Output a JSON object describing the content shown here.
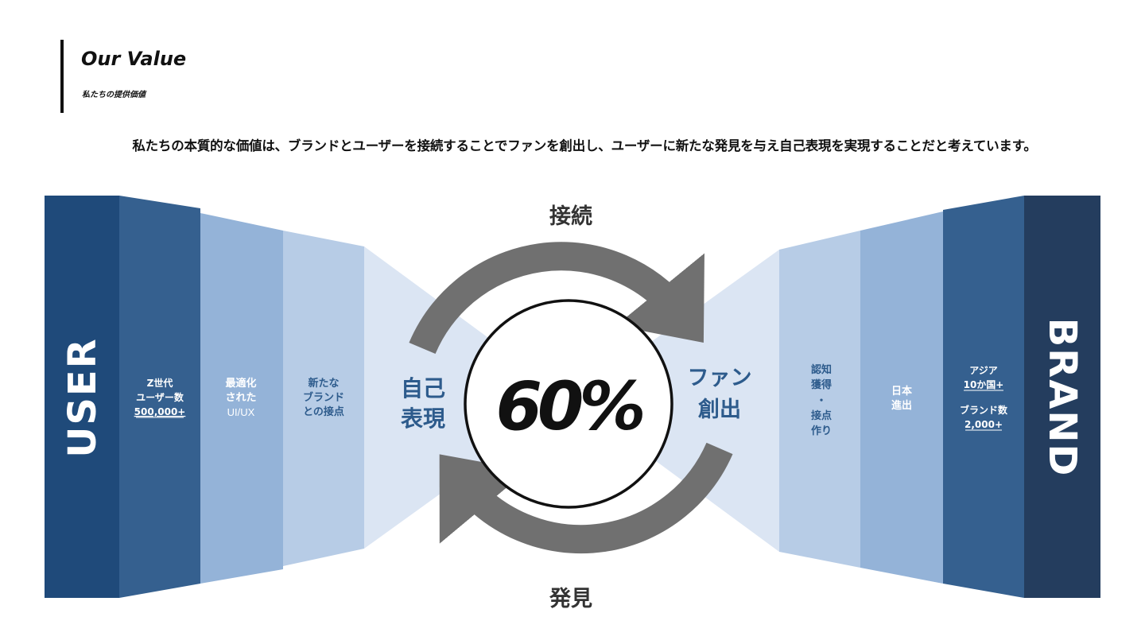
{
  "header": {
    "title": "Our Value",
    "subtitle": "私たちの提供価値"
  },
  "lead_text": "私たちの本質的な価値は、ブランドとユーザーを接続することでファンを創出し、ユーザーに新たな発見を与え自己表現を実現することだと考えています。",
  "diagram": {
    "user_label": "USER",
    "brand_label": "BRAND",
    "user_panels": [
      {
        "lines": [
          "Z世代",
          "ユーザー数"
        ],
        "emphasis": "500,000+"
      },
      {
        "lines": [
          "最適化",
          "された",
          "UI/UX"
        ]
      },
      {
        "lines": [
          "新たな",
          "ブランド",
          "との接点"
        ]
      }
    ],
    "brand_panels": [
      {
        "lines": [
          "アジア"
        ],
        "emphasis": "10か国+",
        "lines2": [
          "ブランド数"
        ],
        "emphasis2": "2,000+"
      },
      {
        "lines": [
          "日本",
          "進出"
        ]
      },
      {
        "lines": [
          "認知",
          "獲得",
          "・",
          "接点",
          "作り"
        ]
      }
    ],
    "center_value": "60%",
    "cycle": {
      "top": "接続",
      "bottom": "発見",
      "left_lines": [
        "自己",
        "表現"
      ],
      "right_lines": [
        "ファン",
        "創出"
      ]
    },
    "colors": {
      "navy_dark": "#1f4a7a",
      "navy_brand": "#243d5e",
      "blue_mid": "#35608f",
      "blue_light": "#94b3d8",
      "blue_pale": "#b7cce6",
      "blue_faint": "#dbe5f3",
      "arrow_gray": "#707070"
    }
  }
}
